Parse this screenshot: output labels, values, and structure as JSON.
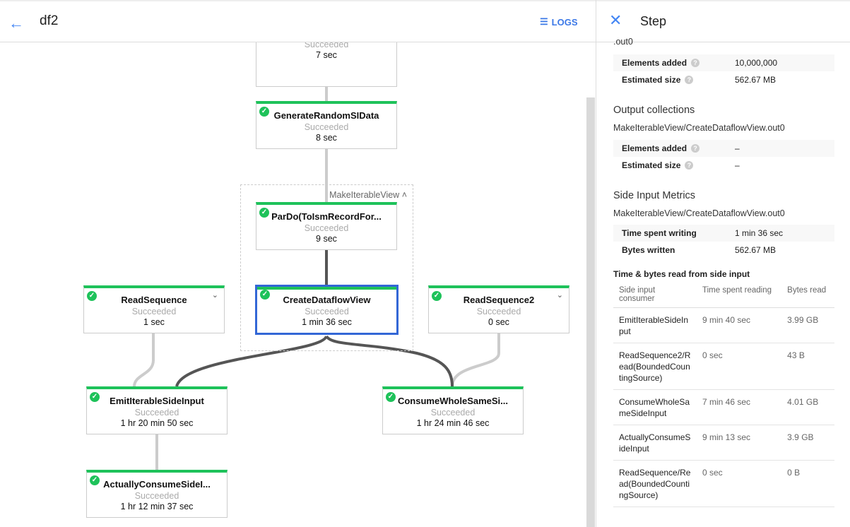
{
  "header": {
    "title": "df2",
    "logs_label": "LOGS"
  },
  "graph": {
    "group_label": "MakeIterableView",
    "nodes": [
      {
        "name": "",
        "status": "Succeeded",
        "time": "7 sec"
      },
      {
        "name": "GenerateRandomSIData",
        "status": "Succeeded",
        "time": "8 sec"
      },
      {
        "name": "ParDo(ToIsmRecordFor...",
        "status": "Succeeded",
        "time": "9 sec"
      },
      {
        "name": "CreateDataflowView",
        "status": "Succeeded",
        "time": "1 min 36 sec"
      },
      {
        "name": "ReadSequence",
        "status": "Succeeded",
        "time": "1 sec"
      },
      {
        "name": "ReadSequence2",
        "status": "Succeeded",
        "time": "0 sec"
      },
      {
        "name": "EmitIterableSideInput",
        "status": "Succeeded",
        "time": "1 hr 20 min 50 sec"
      },
      {
        "name": "ConsumeWholeSameSi...",
        "status": "Succeeded",
        "time": "1 hr 24 min 46 sec"
      },
      {
        "name": "ActuallyConsumeSideI...",
        "status": "Succeeded",
        "time": "1 hr 12 min 37 sec"
      }
    ]
  },
  "panel": {
    "title": "Step",
    "input_cut": ".out0",
    "input_metrics": [
      {
        "k": "Elements added",
        "v": "10,000,000"
      },
      {
        "k": "Estimated size",
        "v": "562.67 MB"
      }
    ],
    "output_heading": "Output collections",
    "output_name": "MakeIterableView/CreateDataflowView.out0",
    "output_metrics": [
      {
        "k": "Elements added",
        "v": "–"
      },
      {
        "k": "Estimated size",
        "v": "–"
      }
    ],
    "side_heading": "Side Input Metrics",
    "side_name": "MakeIterableView/CreateDataflowView.out0",
    "side_metrics": [
      {
        "k": "Time spent writing",
        "v": "1 min 36 sec"
      },
      {
        "k": "Bytes written",
        "v": "562.67 MB"
      }
    ],
    "read_heading": "Time & bytes read from side input",
    "read_columns": [
      "Side input consumer",
      "Time spent reading",
      "Bytes read"
    ],
    "read_rows": [
      [
        "EmitIterableSideInput",
        "9 min 40 sec",
        "3.99 GB"
      ],
      [
        "ReadSequence2/Read(BoundedCountingSource)",
        "0 sec",
        "43 B"
      ],
      [
        "ConsumeWholeSameSideInput",
        "7 min 46 sec",
        "4.01 GB"
      ],
      [
        "ActuallyConsumeSideInput",
        "9 min 13 sec",
        "3.9 GB"
      ],
      [
        "ReadSequence/Read(BoundedCountingSource)",
        "0 sec",
        "0 B"
      ]
    ]
  }
}
